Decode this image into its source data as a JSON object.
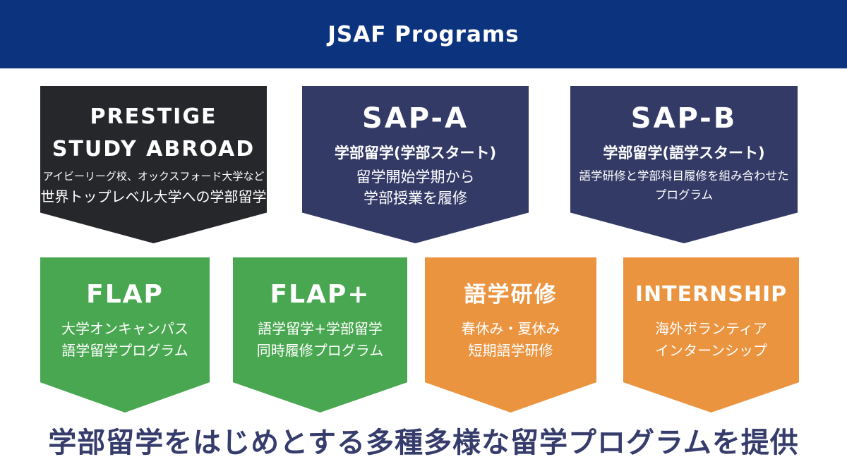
{
  "header": {
    "title": "JSAF Programs",
    "bg_color": "#0C337E",
    "text_color": "#FFFFFF"
  },
  "pennants": [
    {
      "id": "prestige-study-abroad",
      "color": "#26272B",
      "title_line1": "PRESTIGE",
      "title_line2": "STUDY ABROAD",
      "note": "アイビーリーグ校、オックスフォード大学など",
      "description": "世界トップレベル大学への学部留学"
    },
    {
      "id": "sap-a",
      "color": "#333A66",
      "title": "SAP-A",
      "subtitle": "学部留学(学部スタート)",
      "line1": "留学開始学期から",
      "line2": "学部授業を履修"
    },
    {
      "id": "sap-b",
      "color": "#333A66",
      "title": "SAP-B",
      "subtitle": "学部留学(語学スタート)",
      "line1": "語学研修と学部科目履修を組み合わせた",
      "line2": "プログラム"
    },
    {
      "id": "flap",
      "color": "#4AA751",
      "title": "FLAP",
      "line1": "大学オンキャンパス",
      "line2": "語学留学プログラム"
    },
    {
      "id": "flap-plus",
      "color": "#4AA751",
      "title": "FLAP+",
      "line1": "語学留学+学部留学",
      "line2": "同時履修プログラム"
    },
    {
      "id": "gogaku-kenshu",
      "color": "#EB9440",
      "title": "語学研修",
      "line1": "春休み・夏休み",
      "line2": "短期語学研修"
    },
    {
      "id": "internship",
      "color": "#EB9440",
      "title": "INTERNSHIP",
      "line1": "海外ボランティア",
      "line2": "インターンシップ"
    }
  ],
  "footer": {
    "text": "学部留学をはじめとする多種多様な留学プログラムを提供",
    "text_color": "#363C6B"
  }
}
